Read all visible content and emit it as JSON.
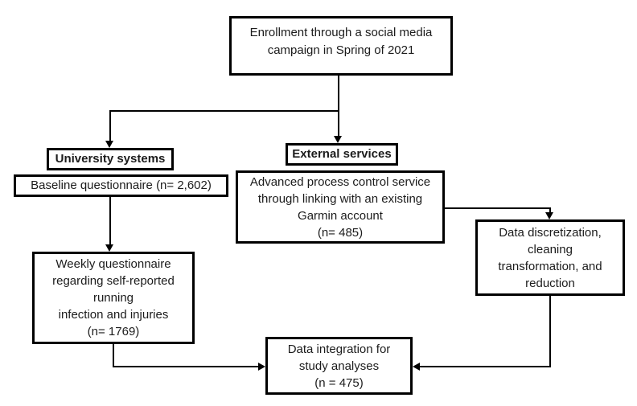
{
  "colors": {
    "ink": "#000000",
    "text": "#1c1c1c",
    "background": "#ffffff"
  },
  "nodes": {
    "enrollment": {
      "lines": [
        "Enrollment through a social media",
        "campaign in Spring of 2021"
      ]
    },
    "university": {
      "lines": [
        "University systems"
      ]
    },
    "baseline": {
      "lines": [
        "Baseline questionnaire (n= 2,602)"
      ]
    },
    "external": {
      "lines": [
        "External services"
      ]
    },
    "garmin": {
      "lines": [
        "Advanced process control service",
        "through linking with an existing",
        "Garmin account",
        "(n= 485)"
      ]
    },
    "weekly": {
      "lines": [
        "Weekly questionnaire",
        "regarding self-reported",
        "running",
        "infection and injuries",
        "(n= 1769)"
      ]
    },
    "discretize": {
      "lines": [
        "Data discretization,",
        "cleaning",
        "transformation, and",
        "reduction"
      ]
    },
    "integration": {
      "lines": [
        "Data integration for",
        "study analyses",
        "(n = 475)"
      ]
    }
  }
}
